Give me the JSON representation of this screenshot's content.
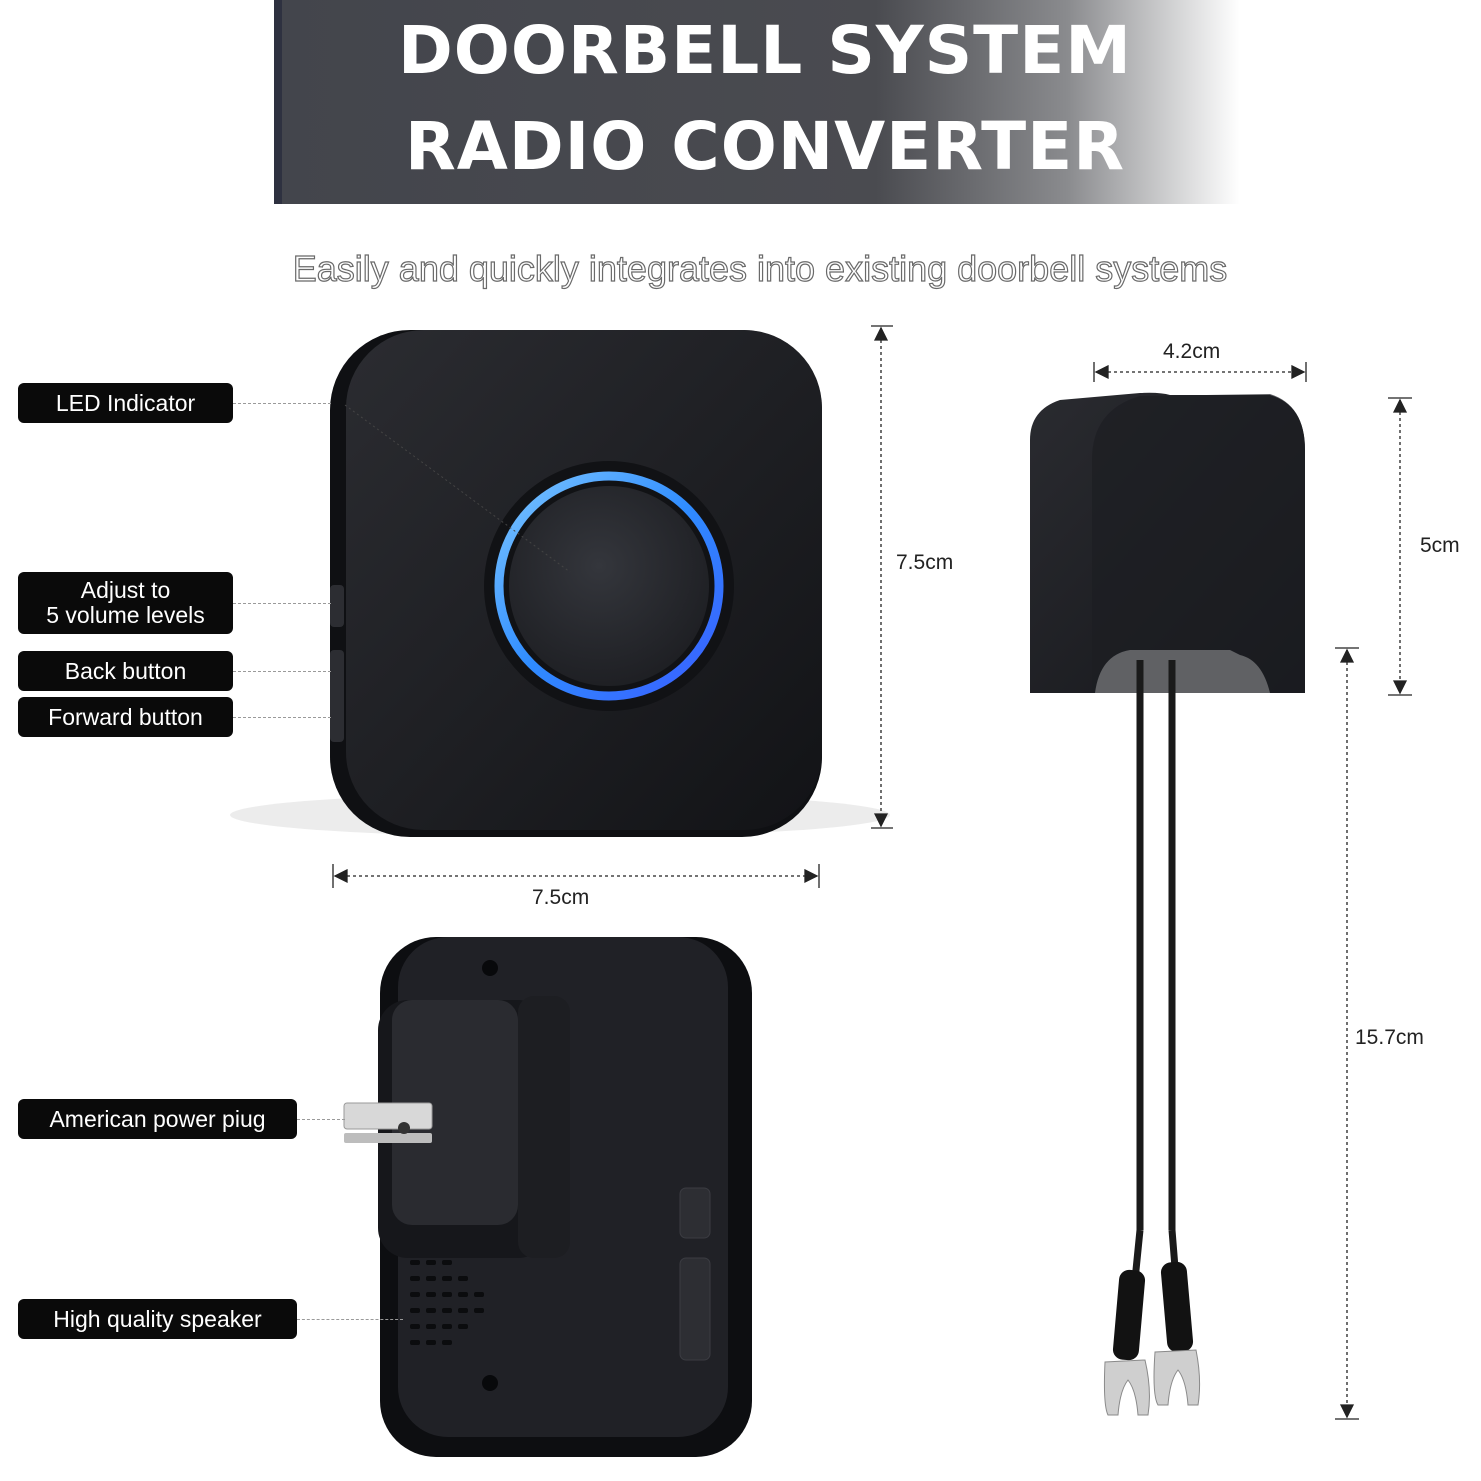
{
  "header": {
    "title_line1": "DOORBELL SYSTEM",
    "title_line2": "RADIO CONVERTER"
  },
  "subtitle": "Easily and quickly integrates into existing doorbell systems",
  "callouts": {
    "led": "LED Indicator",
    "volume_line1": "Adjust to",
    "volume_line2": "5 volume levels",
    "back": "Back button",
    "forward": "Forward button",
    "plug": "American power piug",
    "speaker": "High quality speaker"
  },
  "dimensions": {
    "receiver_height": "7.5cm",
    "receiver_width": "7.5cm",
    "converter_width": "4.2cm",
    "converter_height": "5cm",
    "wire_length": "15.7cm"
  },
  "colors": {
    "led_ring": "#2f8cff",
    "device_body": "#1f2024",
    "label_bg": "#0a0a0a"
  }
}
